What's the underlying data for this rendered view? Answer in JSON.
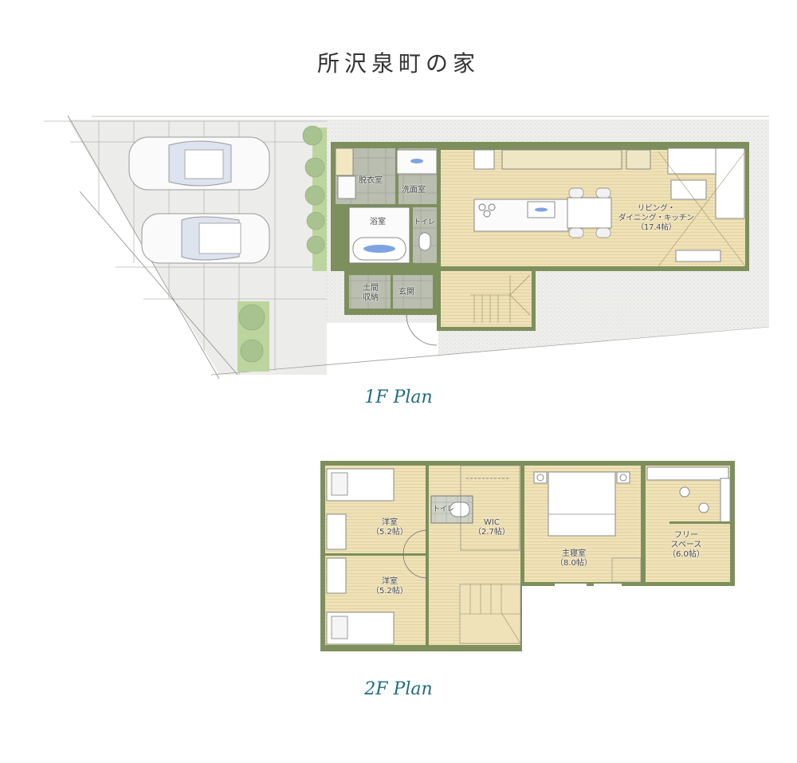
{
  "title": "所沢泉町の家",
  "colors": {
    "wall": "#7d8f5c",
    "wall_fill": "#8a9a6a",
    "floor_wood": "#efe2b8",
    "tile_grey": "#b7bcae",
    "gravel": "#e9e9e6",
    "paving": "#ececea",
    "planting": "#b9d39a",
    "label_blue": "#1f6c80"
  },
  "plan_1f": {
    "label": "1F Plan",
    "rooms": [
      {
        "id": "datsuishitsu",
        "name": "脱衣室"
      },
      {
        "id": "senmenshitsu",
        "name": "洗面室"
      },
      {
        "id": "yokushitsu",
        "name": "浴室"
      },
      {
        "id": "toilet",
        "name": "トイレ"
      },
      {
        "id": "doma_shuno",
        "name": "土間\n収納"
      },
      {
        "id": "genkan",
        "name": "玄関"
      },
      {
        "id": "ldk",
        "name": "リビング・\nダイニング・キッチン\n（17.4帖）"
      }
    ],
    "site": {
      "parking_spaces": 2
    }
  },
  "plan_2f": {
    "label": "2F Plan",
    "rooms": [
      {
        "id": "yoshitsu_1",
        "name": "洋室\n（5.2帖）"
      },
      {
        "id": "yoshitsu_2",
        "name": "洋室\n（5.2帖）"
      },
      {
        "id": "toilet",
        "name": "トイレ"
      },
      {
        "id": "wic",
        "name": "WIC\n（2.7帖）"
      },
      {
        "id": "shinshitsu",
        "name": "主寝室\n（8.0帖）"
      },
      {
        "id": "free_space",
        "name": "フリー\nスペース\n（6.0帖）"
      }
    ]
  }
}
